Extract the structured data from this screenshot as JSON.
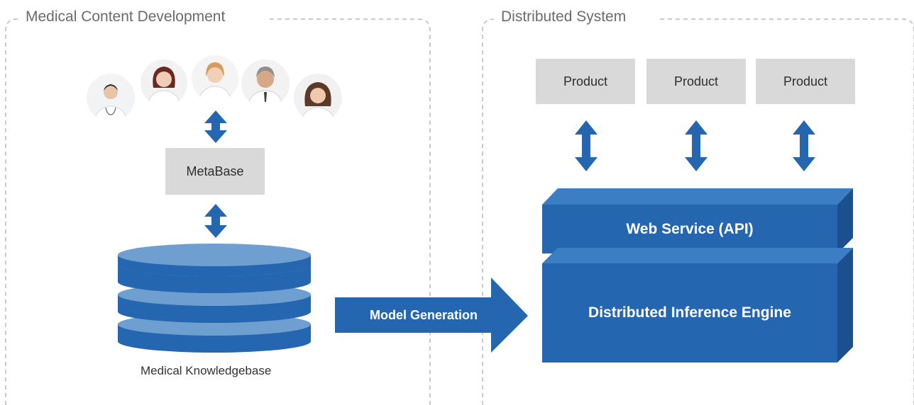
{
  "left_panel": {
    "title": "Medical Content Development",
    "metabase_label": "MetaBase",
    "knowledgebase_caption": "Medical Knowledgebase",
    "experts": [
      {
        "icon": "doctor-avatar-1"
      },
      {
        "icon": "doctor-avatar-2"
      },
      {
        "icon": "doctor-avatar-3"
      },
      {
        "icon": "doctor-avatar-4"
      },
      {
        "icon": "doctor-avatar-5"
      }
    ]
  },
  "connector": {
    "label": "Model Generation"
  },
  "right_panel": {
    "title": "Distributed System",
    "products": [
      {
        "label": "Product"
      },
      {
        "label": "Product"
      },
      {
        "label": "Product"
      }
    ],
    "web_service_label": "Web Service (API)",
    "engine_label": "Distributed Inference Engine"
  },
  "colors": {
    "blue": "#2566b0",
    "blue_light": "#3b7ec4",
    "blue_dark": "#1b4f8e",
    "disc_band": "#6f9fd0",
    "gray_box": "#d9d9d9",
    "border": "#b8b8b8"
  }
}
